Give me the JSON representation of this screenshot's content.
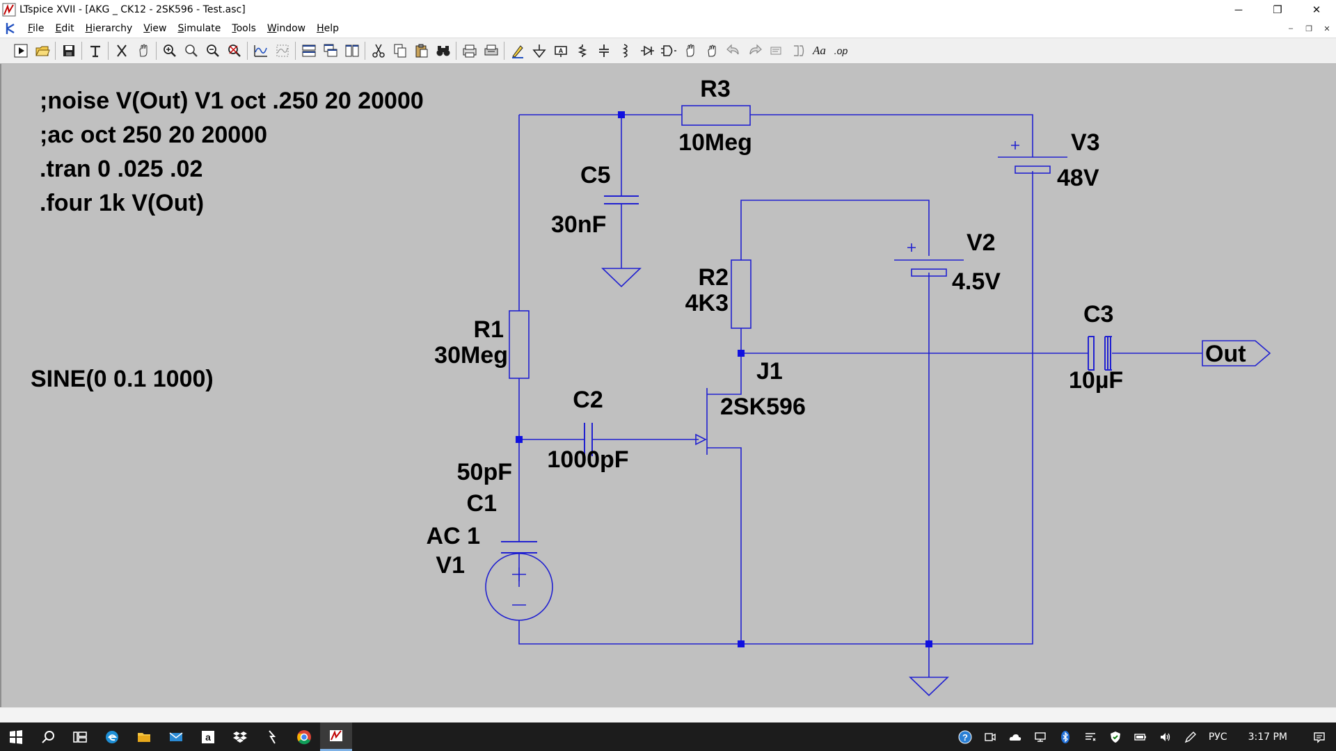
{
  "window": {
    "title": "LTspice XVII - [AKG _ CK12 - 2SK596 - Test.asc]",
    "controls": {
      "minimize": "─",
      "restore": "❐",
      "close": "✕"
    },
    "mdi_controls": {
      "minimize": "–",
      "restore": "❐",
      "close": "✕"
    }
  },
  "menu": {
    "items": [
      {
        "u": "F",
        "rest": "ile"
      },
      {
        "u": "E",
        "rest": "dit"
      },
      {
        "u": "H",
        "rest": "ierarchy"
      },
      {
        "u": "V",
        "rest": "iew"
      },
      {
        "u": "S",
        "rest": "imulate"
      },
      {
        "u": "T",
        "rest": "ools"
      },
      {
        "u": "W",
        "rest": "indow"
      },
      {
        "u": "H",
        "rest": "elp"
      }
    ]
  },
  "toolbar": {
    "icons": [
      "run-icon",
      "open-icon",
      "|",
      "save-icon",
      "|",
      "control-panel-icon",
      "|",
      "halt-icon",
      "pan-icon",
      "|",
      "zoom-in-icon",
      "zoom-pan-icon",
      "zoom-out-icon",
      "zoom-fit-icon",
      "|",
      "autorange-icon",
      "zoom-area-icon",
      "|",
      "tile-horizontal-icon",
      "cascade-icon",
      "tile-vertical-icon",
      "|",
      "cut-icon",
      "copy-icon",
      "paste-icon",
      "find-icon",
      "|",
      "print-icon",
      "print-setup-icon",
      "|",
      "draw-wire-icon",
      "ground-icon",
      "label-net-icon",
      "resistor-icon",
      "capacitor-icon",
      "inductor-icon",
      "diode-icon",
      "component-icon",
      "move-icon",
      "drag-icon",
      "undo-icon",
      "redo-icon",
      "rotate-icon",
      "mirror-icon",
      "text-icon",
      "spice-directive-icon"
    ],
    "text_label": "Aa",
    "op_label": ".op"
  },
  "schematic": {
    "colors": {
      "background": "#c0c0c0",
      "wire": "#2020d0",
      "junction": "#1010e0",
      "text": "#000000"
    },
    "directives": [
      ";noise V(Out) V1 oct .250 20 20000",
      ";ac oct 250 20 20000",
      ".tran 0 .025 .02",
      ".four 1k V(Out)"
    ],
    "sine_text": "SINE(0 0.1 1000)",
    "components": {
      "r3": {
        "name": "R3",
        "value": "10Meg"
      },
      "v3": {
        "name": "V3",
        "value": "48V"
      },
      "c5": {
        "name": "C5",
        "value": "30nF"
      },
      "v2": {
        "name": "V2",
        "value": "4.5V"
      },
      "r2": {
        "name": "R2",
        "value": "4K3"
      },
      "r1": {
        "name": "R1",
        "value": "30Meg"
      },
      "c3": {
        "name": "C3",
        "value": "10µF"
      },
      "j1": {
        "name": "J1",
        "value": "2SK596"
      },
      "c2": {
        "name": "C2",
        "value": "1000pF"
      },
      "c1": {
        "name": "C1",
        "value": "50pF"
      },
      "v1": {
        "name": "V1",
        "value": "AC 1"
      }
    },
    "out_label": "Out"
  },
  "taskbar": {
    "apps": [
      "windows-start-icon",
      "search-icon",
      "task-view-icon",
      "edge-icon",
      "file-explorer-icon",
      "mail-icon",
      "amazon-icon",
      "dropbox-icon",
      "ltspice-pin-icon",
      "chrome-icon",
      "ltspice-running-icon"
    ],
    "tray": [
      "help-icon",
      "camera-icon",
      "onedrive-icon",
      "network-icon",
      "bluetooth-icon",
      "notes-icon",
      "defender-icon",
      "battery-icon",
      "volume-icon",
      "pen-icon"
    ],
    "language": "РУС",
    "clock": "3:17 PM",
    "notifications": "action-center-icon"
  }
}
